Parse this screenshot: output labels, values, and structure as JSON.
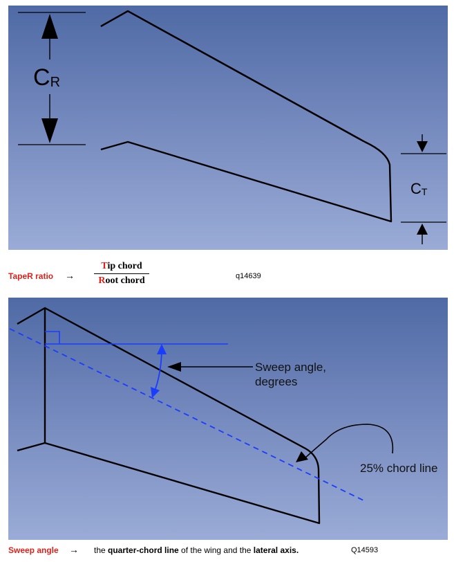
{
  "diagram1": {
    "root_chord_symbol": "C",
    "root_chord_subscript": "R",
    "tip_chord_symbol": "C",
    "tip_chord_subscript": "T"
  },
  "taper": {
    "term": "TapeR ratio",
    "arrow": "→",
    "numerator_initial": "T",
    "numerator_rest": "ip chord",
    "denominator_initial": "R",
    "denominator_rest": "oot chord",
    "code": "q14639"
  },
  "diagram2": {
    "sweep_label_line1": "Sweep angle,",
    "sweep_label_line2": "degrees",
    "chord_line_label": "25% chord line",
    "colors": {
      "reference_lines": "#1a3cff",
      "wing_outline": "#000000"
    }
  },
  "sweep": {
    "term": "Sweep angle",
    "arrow": "→",
    "def_1": "the ",
    "def_2": "quarter-chord line",
    "def_3": " of the wing and the ",
    "def_4": "lateral axis.",
    "code": "Q14593"
  }
}
